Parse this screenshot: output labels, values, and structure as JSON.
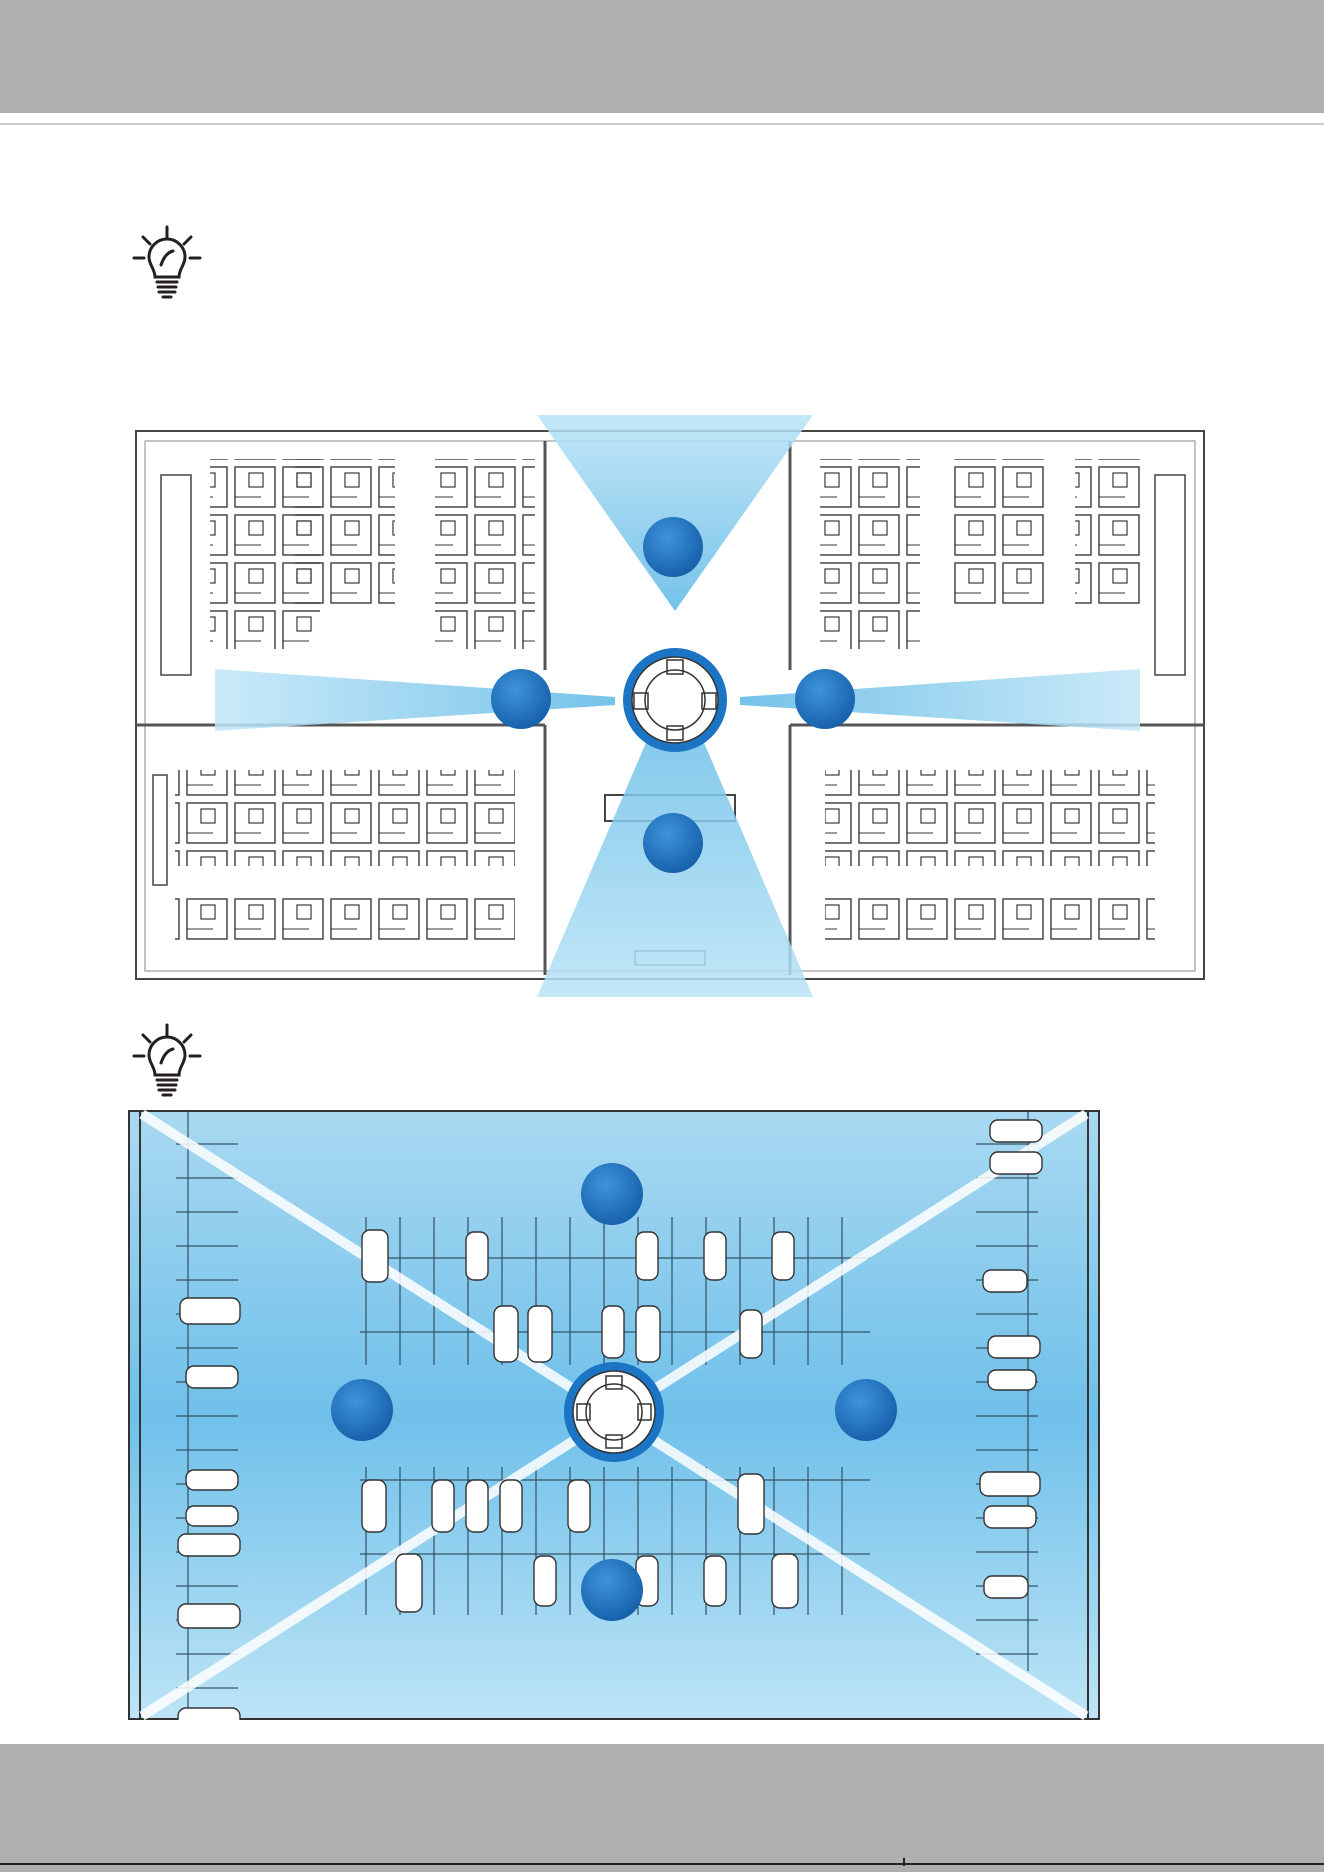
{
  "page": {
    "header_color": "#aeafb1",
    "footer_color": "#aeafb1",
    "accent_blue": "#1b74c4",
    "coverage_blue": "#7cc6ec"
  },
  "tips": [
    {
      "icon": "lightbulb-icon"
    },
    {
      "icon": "lightbulb-icon"
    }
  ],
  "figures": [
    {
      "kind": "office-floor-plan",
      "camera_icon": "camera-icon",
      "coverage_zones": 4
    },
    {
      "kind": "parking-lot-plan",
      "camera_icon": "camera-icon",
      "coverage_zones": 4
    }
  ]
}
